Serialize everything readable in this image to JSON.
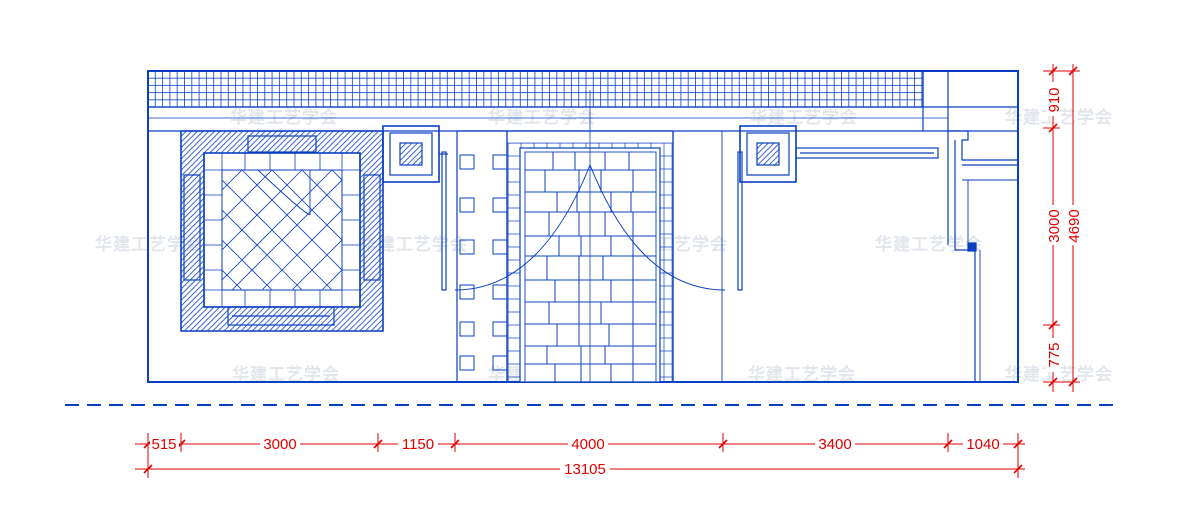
{
  "colors": {
    "linework": "#0a3fc2",
    "dimension": "#e00000",
    "hatch": "#0a3fc2",
    "watermark": "#d8dee6"
  },
  "watermark_text": "华建工艺学会",
  "dimensions": {
    "horizontal": [
      "515",
      "3000",
      "1150",
      "4000",
      "3400",
      "1040"
    ],
    "total_width": "13105",
    "vertical": [
      "910",
      "3000",
      "775"
    ],
    "total_height": "4690"
  }
}
